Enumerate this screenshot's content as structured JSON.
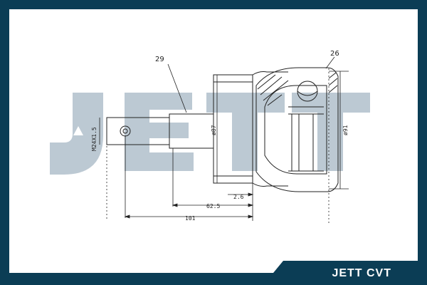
{
  "watermark": {
    "text": "JETT",
    "color": "#bcc9d3"
  },
  "callouts": {
    "shaft": "29",
    "housing": "26"
  },
  "dimensions": {
    "thread": "M24X1.5",
    "shaft_dia": "ø87",
    "housing_dia": "ø91",
    "d_2_6": "2.6",
    "d_62_5": "62.5",
    "d_101": "101"
  },
  "footer": {
    "brand": "JETT CVT"
  },
  "colors": {
    "frame": "#0b3d55",
    "line": "#222222"
  }
}
